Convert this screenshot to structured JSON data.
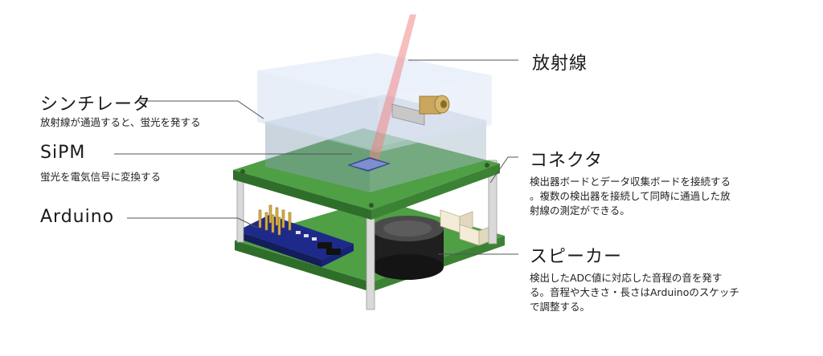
{
  "labels": {
    "radiation": {
      "title": "放射線"
    },
    "scintillator": {
      "title": "シンチレータ",
      "desc": "放射線が通過すると、蛍光を発する"
    },
    "sipm": {
      "title": "SiPM",
      "desc": "蛍光を電気信号に変換する"
    },
    "arduino": {
      "title": "Arduino"
    },
    "connector": {
      "title": "コネクタ",
      "desc": [
        "検出器ボードとデータ収集ボードを接続する",
        "。複数の検出器を接続して同時に通過した放",
        "射線の測定ができる。"
      ]
    },
    "speaker": {
      "title": "スピーカー",
      "desc": [
        "検出したADC値に対応した音程の音を発す",
        "る。音程や大きさ・長さはArduinoのスケッチ",
        "で調整する。"
      ]
    }
  },
  "colors": {
    "pcb": "#4a9a40",
    "pcb_dark": "#2f6e2a",
    "scintillator": "#c9d8ee",
    "beam": "#f28a8a",
    "leader": "#555555"
  }
}
